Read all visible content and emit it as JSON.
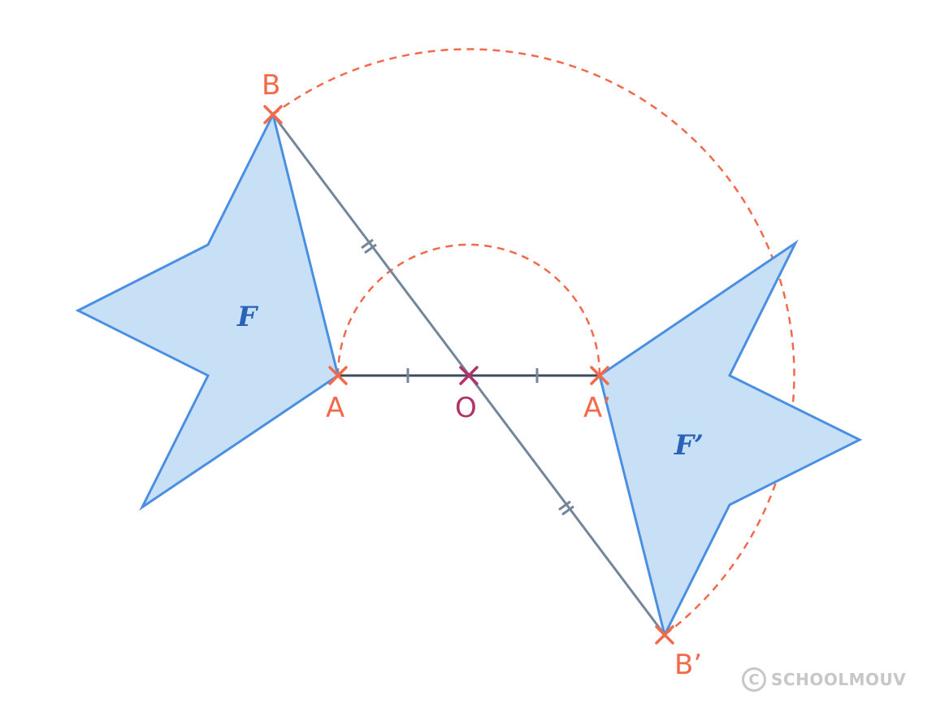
{
  "figures": {
    "original": "F",
    "image": "F’"
  },
  "points": {
    "a": "A",
    "b": "B",
    "a_prime": "A’",
    "b_prime": "B’",
    "center": "O"
  },
  "watermark": {
    "copyright_symbol": "C",
    "brand": "SCHOOLMOUV"
  },
  "colors": {
    "figure_fill": "#c8e0f6",
    "figure_stroke": "#4a8fe2",
    "point_marker": "#f26a4b",
    "center_marker": "#b0346a",
    "segment": "#75859b",
    "figure_label": "#2a62b8"
  }
}
